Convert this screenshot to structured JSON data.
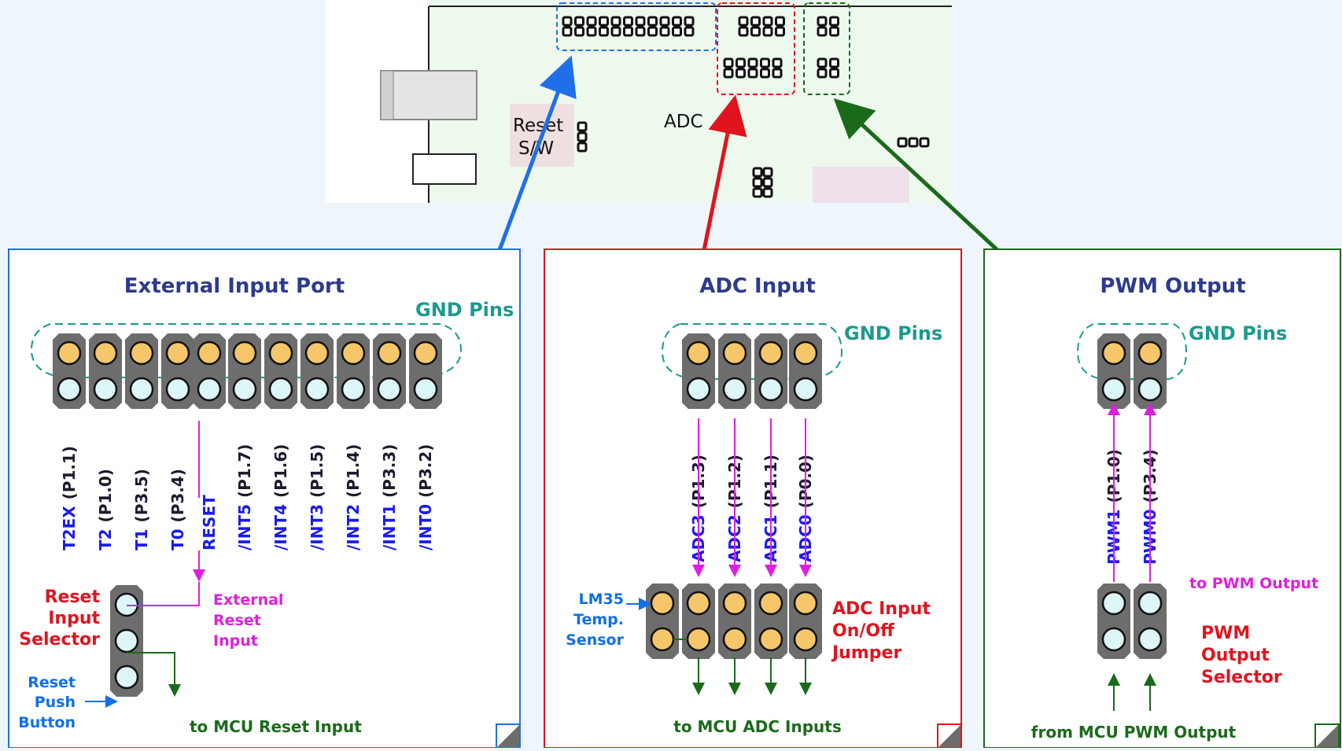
{
  "board": {
    "reset_sw_line1": "Reset",
    "reset_sw_line2": "S/W",
    "adc_label": "ADC"
  },
  "external_panel": {
    "title": "External Input Port",
    "gnd_label": "GND Pins",
    "pins": [
      {
        "name": "T2EX",
        "port": "(P1.1)"
      },
      {
        "name": "T2",
        "port": "(P1.0)"
      },
      {
        "name": "T1",
        "port": "(P3.5)"
      },
      {
        "name": "T0",
        "port": "(P3.4)"
      },
      {
        "name": "RESET",
        "port": ""
      },
      {
        "name": "/INT5",
        "port": "(P1.7)"
      },
      {
        "name": "/INT4",
        "port": "(P1.6)"
      },
      {
        "name": "/INT3",
        "port": "(P1.5)"
      },
      {
        "name": "/INT2",
        "port": "(P1.4)"
      },
      {
        "name": "/INT1",
        "port": "(P3.3)"
      },
      {
        "name": "/INT0",
        "port": "(P3.2)"
      }
    ],
    "selector_label": [
      "Reset",
      "Input",
      "Selector"
    ],
    "external_reset_label": [
      "External",
      "Reset",
      "Input"
    ],
    "push_button_label": [
      "Reset",
      "Push",
      "Button"
    ],
    "mcu_label": "to MCU Reset Input"
  },
  "adc_panel": {
    "title": "ADC Input",
    "gnd_label": "GND Pins",
    "pins": [
      {
        "name": "ADC3",
        "port": "(P1.3)"
      },
      {
        "name": "ADC2",
        "port": "(P1.2)"
      },
      {
        "name": "ADC1",
        "port": "(P1.1)"
      },
      {
        "name": "ADC0",
        "port": "(P0.0)"
      }
    ],
    "sensor_label": [
      "LM35",
      "Temp.",
      "Sensor"
    ],
    "jumper_label": [
      "ADC Input",
      "On/Off",
      "Jumper"
    ],
    "mcu_label": "to MCU ADC Inputs"
  },
  "pwm_panel": {
    "title": "PWM Output",
    "gnd_label": "GND Pins",
    "pins": [
      {
        "name": "PWM1",
        "port": "(P1.0)"
      },
      {
        "name": "PWM0",
        "port": "(P3.4)"
      }
    ],
    "to_output_label": "to PWM Output",
    "selector_label": [
      "PWM",
      "Output",
      "Selector"
    ],
    "mcu_label": "from MCU PWM Output"
  },
  "colors": {
    "external": "#1f6fe8",
    "adc": "#e0141e",
    "pwm": "#1a6a1a",
    "gnd_pin": "#f5c76a",
    "signal_pin": "#ddf6f8",
    "header": "#6d6d6d",
    "magenta": "#e01ee0"
  }
}
